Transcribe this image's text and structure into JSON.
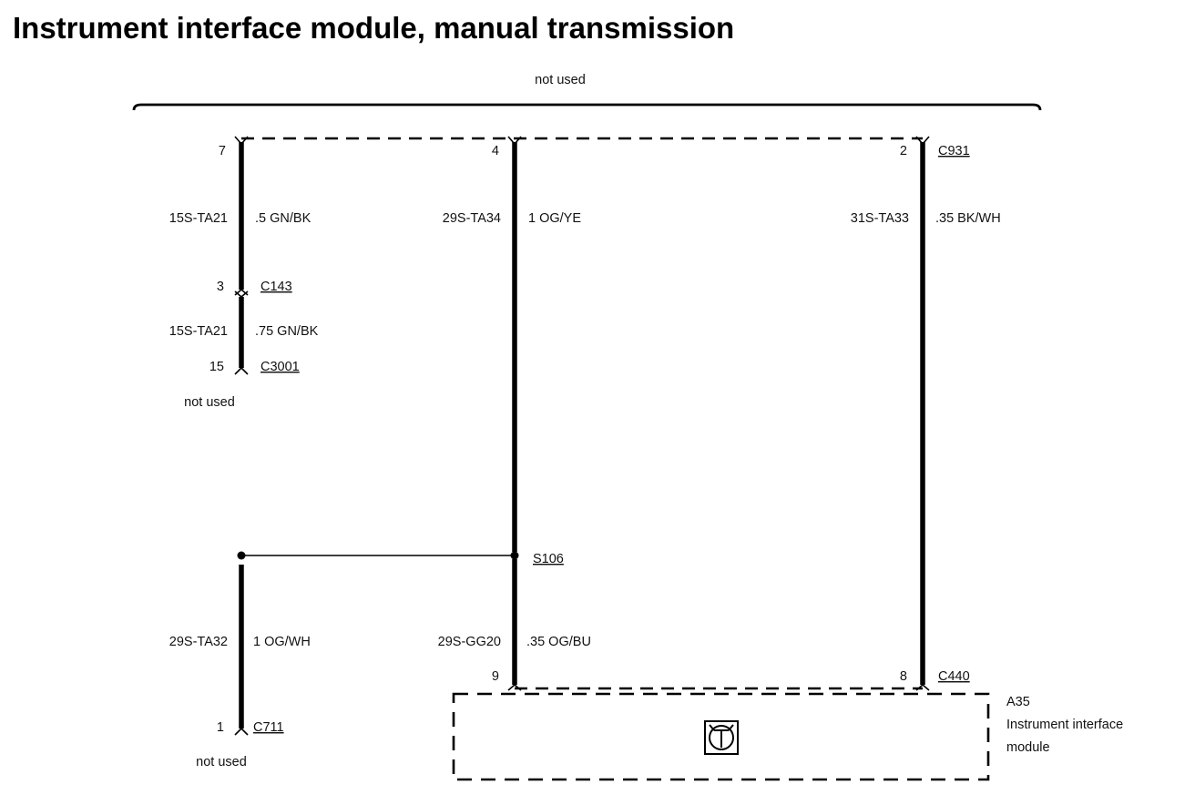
{
  "title": "Instrument interface module, manual transmission",
  "not_used_top": "not used",
  "connectors": {
    "c931": "C931",
    "c143": "C143",
    "c3001": "C3001",
    "c711": "C711",
    "c440": "C440",
    "s106": "S106"
  },
  "pins": {
    "c931_left": "7",
    "c931_mid": "4",
    "c931_right": "2",
    "c143": "3",
    "c3001": "15",
    "c711": "1",
    "c440_left": "9",
    "c440_right": "8"
  },
  "wires": {
    "left_upper": {
      "circuit": "15S-TA21",
      "spec": ".5 GN/BK"
    },
    "left_lower": {
      "circuit": "15S-TA21",
      "spec": ".75 GN/BK"
    },
    "middle_upper": {
      "circuit": "29S-TA34",
      "spec": "1 OG/YE"
    },
    "right": {
      "circuit": "31S-TA33",
      "spec": ".35 BK/WH"
    },
    "splice_branch": {
      "circuit": "29S-TA32",
      "spec": "1 OG/WH"
    },
    "middle_lower": {
      "circuit": "29S-GG20",
      "spec": ".35 OG/BU"
    }
  },
  "not_used_c3001": "not used",
  "not_used_c711": "not used",
  "module": {
    "ref": "A35",
    "name_line1": "Instrument interface",
    "name_line2": "module"
  }
}
